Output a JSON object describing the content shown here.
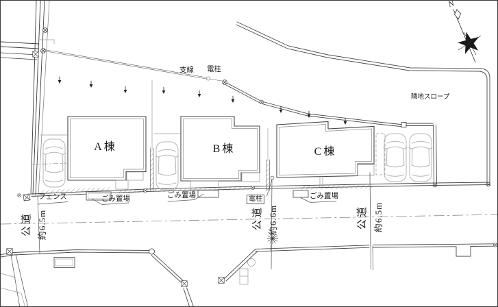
{
  "plan": {
    "compass": {
      "north": "N"
    },
    "buildings": [
      {
        "name": "A棟"
      },
      {
        "name": "B棟"
      },
      {
        "name": "C棟"
      }
    ],
    "annotations": {
      "support_wire": "支線",
      "utility_pole_top": "電柱",
      "utility_pole_bottom": "電柱",
      "slope": "隣地スロープ",
      "fence": "フェンス",
      "garbage_1": "ごみ置場",
      "garbage_2": "ごみ置場",
      "garbage_3": "ごみ置場"
    },
    "roads": [
      {
        "name": "公道",
        "width": "約6.5m"
      },
      {
        "name": "公道",
        "width": "約6.6m"
      },
      {
        "name": "公道",
        "width": "約6.5m"
      }
    ],
    "colors": {
      "main_line": "#3c3c3c",
      "light_line": "#9a9a9a",
      "car_line": "#b4b4b4",
      "background": "#ffffff"
    }
  }
}
